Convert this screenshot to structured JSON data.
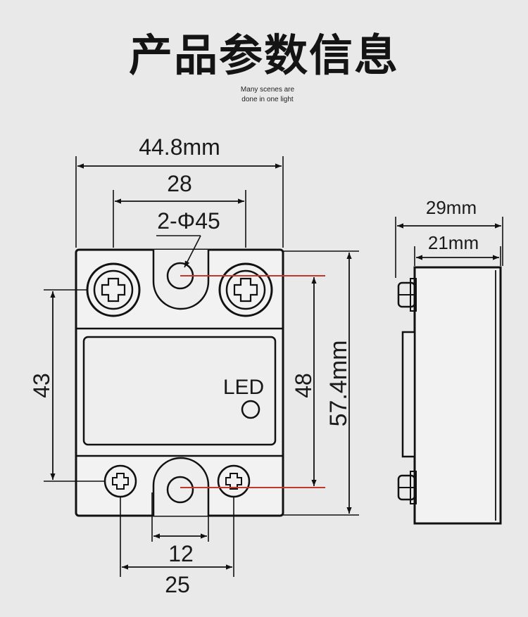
{
  "header": {
    "title": "产品参数信息",
    "subtitle_line1": "Many scenes are",
    "subtitle_line2": "done in one light"
  },
  "front_view": {
    "overall_width": "44.8mm",
    "screw_spacing_top": "28",
    "hole_spec": "2-Φ45",
    "height_left": "43",
    "mount_height": "48",
    "overall_height": "57.4mm",
    "indicator_label": "LED",
    "hole_spacing_bottom": "12",
    "screw_spacing_bottom": "25"
  },
  "side_view": {
    "overall_depth": "29mm",
    "body_depth": "21mm"
  },
  "colors": {
    "line": "#111111",
    "guide_red": "#c0392b",
    "background": "#e9e9e9"
  }
}
